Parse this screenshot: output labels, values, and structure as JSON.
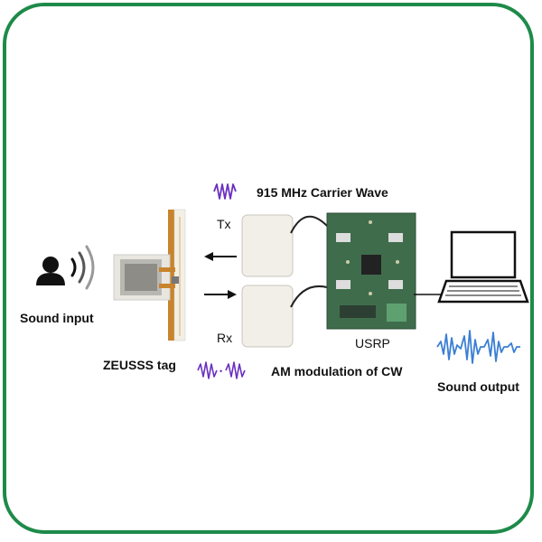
{
  "labels": {
    "sound_input": "Sound input",
    "tag": "ZEUSSS tag",
    "carrier": "915 MHz Carrier Wave",
    "tx": "Tx",
    "rx": "Rx",
    "modulation": "AM modulation of CW",
    "usrp": "USRP",
    "sound_output": "Sound output"
  },
  "colors": {
    "frame": "#1e8a4a",
    "wave": "#6a2fc0",
    "sound_wave": "#3b7fd4",
    "pcb": "#3f6d4c",
    "copper": "#c8842c"
  },
  "icons": {
    "person": "person-icon",
    "speaker_waves": "sound-waves-icon",
    "laptop": "laptop-icon"
  }
}
